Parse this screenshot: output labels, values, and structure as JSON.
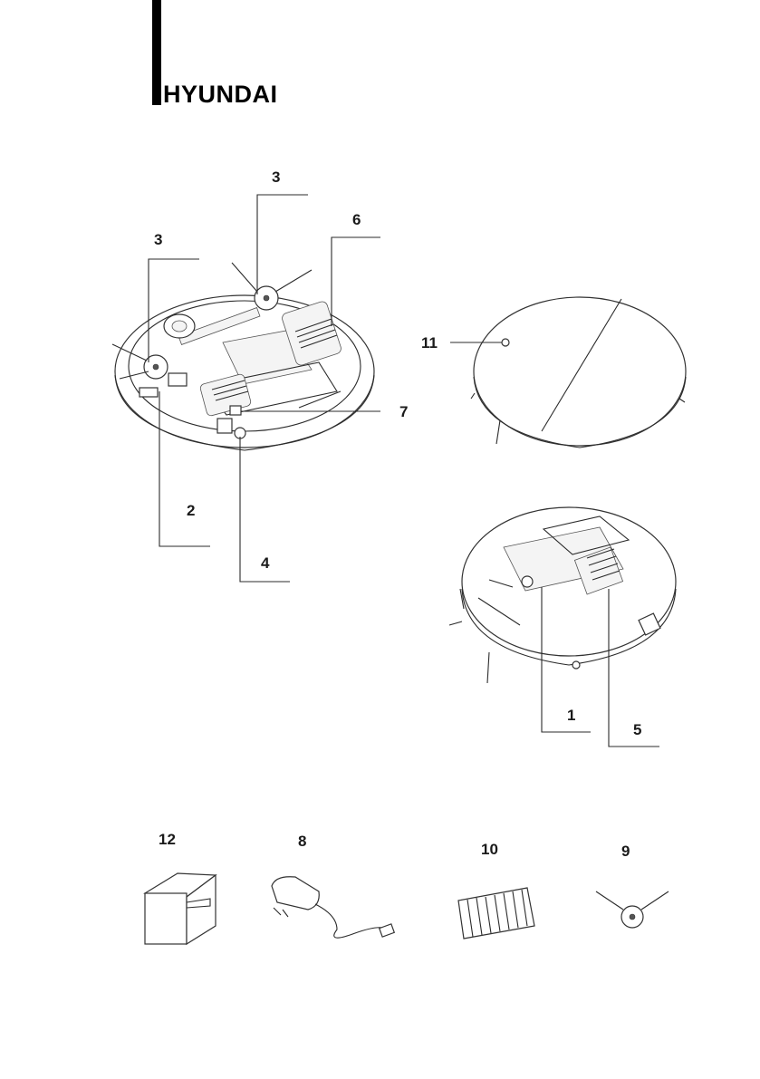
{
  "brand": {
    "name": "HYUNDAI"
  },
  "callouts": {
    "c3a": "3",
    "c3b": "3",
    "c6": "6",
    "c11": "11",
    "c7": "7",
    "c2": "2",
    "c4": "4",
    "c1": "1",
    "c5": "5",
    "c12": "12",
    "c8": "8",
    "c10": "10",
    "c9": "9"
  }
}
